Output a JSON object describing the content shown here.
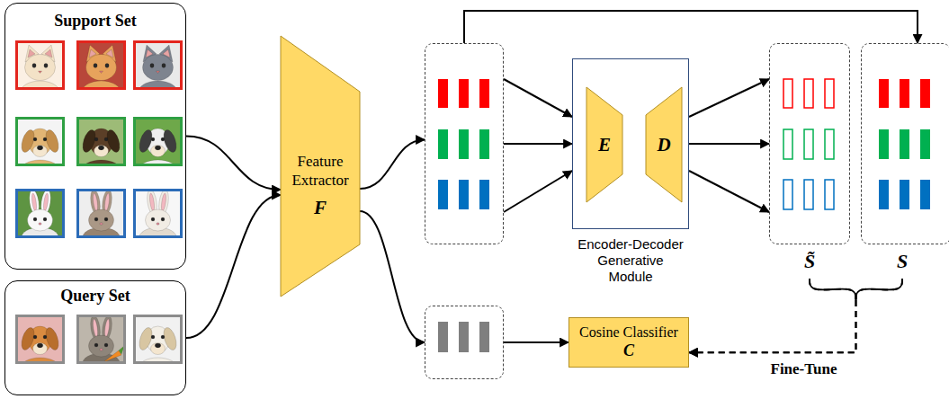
{
  "diagram": {
    "nodes": [
      {
        "text": [
          "Support Set"
        ]
      },
      {
        "text": [
          "Query Set"
        ]
      },
      {
        "text": [
          "Feature Extractor",
          "F"
        ]
      },
      {
        "text": []
      },
      {
        "text": []
      },
      {
        "text": [
          "Encoder-Decoder Generative Module"
        ]
      },
      {
        "text": [
          "E"
        ],
        "in": 5
      },
      {
        "text": [
          "D"
        ],
        "in": 5
      },
      {
        "text": [
          "S̃"
        ]
      },
      {
        "text": [
          "S"
        ]
      },
      {
        "text": [
          "Cosine Classifier",
          "C"
        ]
      }
    ],
    "edges": [
      {
        "from": 0,
        "to": 2,
        "arrow": "to"
      },
      {
        "from": 1,
        "to": 2,
        "arrow": "to"
      },
      {
        "from": 2,
        "to": 3,
        "arrow": "to"
      },
      {
        "from": 2,
        "to": 4,
        "arrow": "to"
      },
      {
        "from": 3,
        "to": 5,
        "arrow": "to"
      },
      {
        "from": 3,
        "to": 5,
        "arrow": "to"
      },
      {
        "from": 3,
        "to": 5,
        "arrow": "to"
      },
      {
        "from": 5,
        "to": 8,
        "arrow": "to"
      },
      {
        "from": 5,
        "to": 8,
        "arrow": "to"
      },
      {
        "from": 5,
        "to": 8,
        "arrow": "to"
      },
      {
        "from": 3,
        "to": 9,
        "arrow": "to"
      },
      {
        "from": 4,
        "to": 10,
        "arrow": "to"
      },
      {
        "from": 8,
        "to": 10,
        "label": "Fine-Tune",
        "arrow": "to"
      },
      {
        "from": 9,
        "to": 10,
        "arrow": "to"
      }
    ]
  }
}
